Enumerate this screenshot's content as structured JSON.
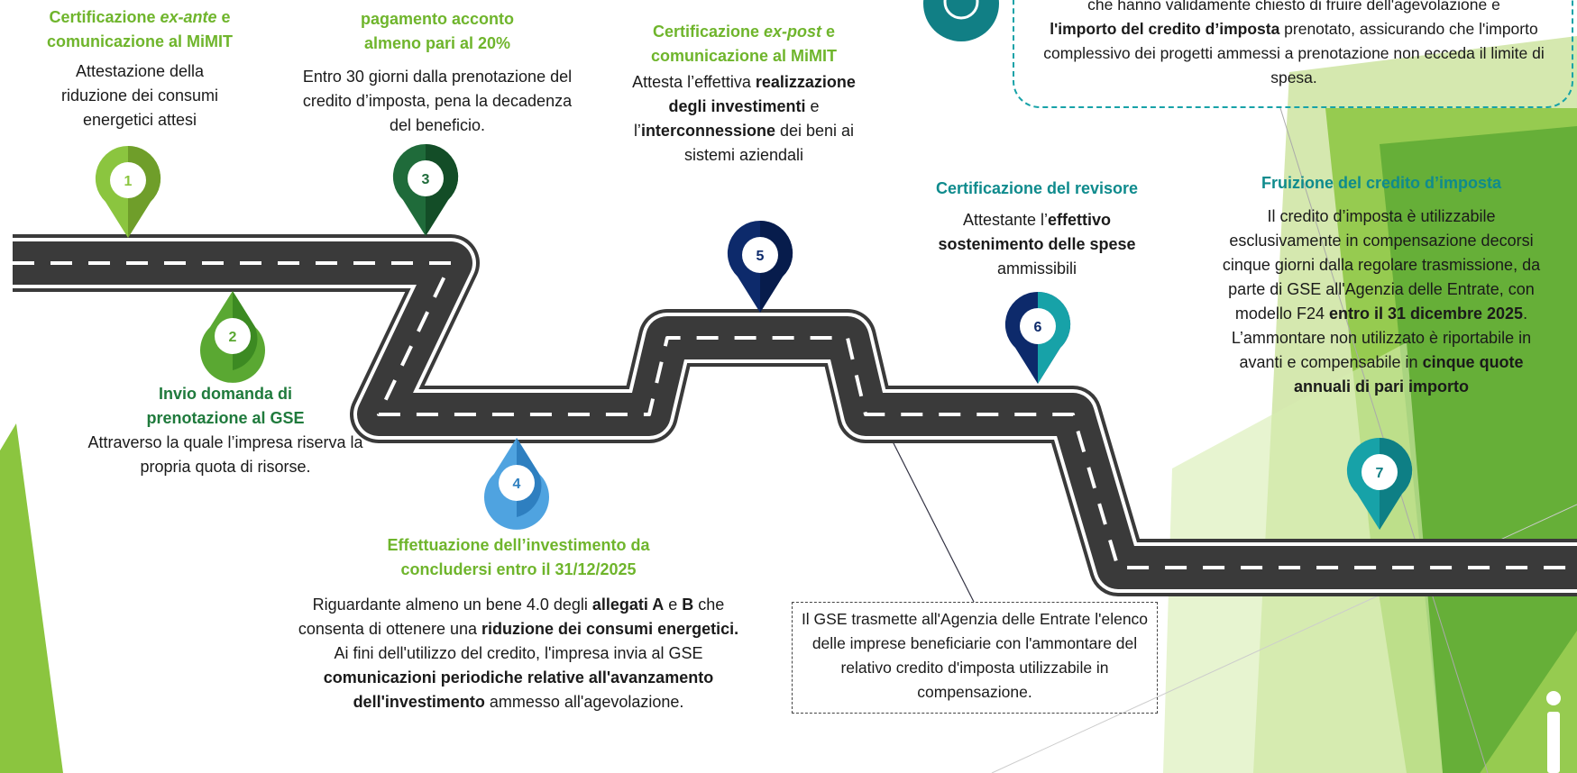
{
  "colors": {
    "light_green": "#8bc53f",
    "mid_green": "#5aa832",
    "dark_green": "#1f6b3a",
    "light_blue": "#4fa3e0",
    "navy": "#0d2a6b",
    "teal": "#17a2a8",
    "road": "#3a3a3a"
  },
  "steps": [
    {
      "number": "1",
      "title_parts": [
        "Certificazione ",
        "ex-ante",
        " e comunicazione al MiMIT"
      ],
      "body": "Attestazione della riduzione dei consumi energetici attesi"
    },
    {
      "number": "2",
      "title": "Invio domanda di prenotazione al GSE",
      "body": "Attraverso la quale l’impresa riserva la propria quota di risorse."
    },
    {
      "number": "3",
      "title": "Comunicazione al GSE pagamento acconto almeno pari al 20%",
      "body": "Entro 30 giorni dalla prenotazione del credito d’imposta, pena la decadenza del beneficio."
    },
    {
      "number": "4",
      "title": "Effettuazione dell’investimento da concludersi entro il 31/12/2025",
      "body_parts": [
        "Riguardante almeno un bene 4.0 degli ",
        "allegati A",
        " e ",
        "B",
        " che consenta di ottenere una ",
        "riduzione dei consumi energetici.",
        "Ai fini dell'utilizzo del credito, l'impresa invia al GSE ",
        "comunicazioni periodiche relative all'avanzamento dell'investimento",
        " ammesso all'agevolazione."
      ]
    },
    {
      "number": "5",
      "title_parts": [
        "Certificazione ",
        "ex-post",
        " e comunicazione al MiMIT"
      ],
      "body_parts": [
        "Attesta l’effettiva ",
        "realizzazione degli investimenti",
        " e l’",
        "interconnessione",
        " dei beni ai sistemi aziendali"
      ]
    },
    {
      "number": "6",
      "title": "Certificazione del revisore",
      "body_parts": [
        "Attestante l’",
        "effettivo sostenimento delle spese",
        " ammissibili"
      ]
    },
    {
      "number": "7",
      "title": "Fruizione del credito d’imposta",
      "body_parts": [
        "Il credito d’imposta è utilizzabile esclusivamente in compensazione decorsi cinque giorni dalla regolare trasmissione, da parte di GSE all'Agenzia delle Entrate, con modello F24 ",
        "entro il 31 dicembre 2025",
        ". L’ammontare non utilizzato è riportabile in avanti e compensabile in ",
        "cinque quote annuali di pari importo"
      ]
    }
  ],
  "top_box": {
    "lines_parts": [
      "che hanno validamente chiesto di fruire dell'agevolazione e",
      "l'importo del credito d’imposta",
      " prenotato, assicurando che l'importo complessivo dei progetti ammessi a prenotazione non ecceda il limite di spesa."
    ]
  },
  "note_box": {
    "text": "Il GSE trasmette all'Agenzia delle Entrate l'elenco delle imprese beneficiarie con l'ammontare del relativo credito d'imposta utilizzabile in compensazione."
  }
}
